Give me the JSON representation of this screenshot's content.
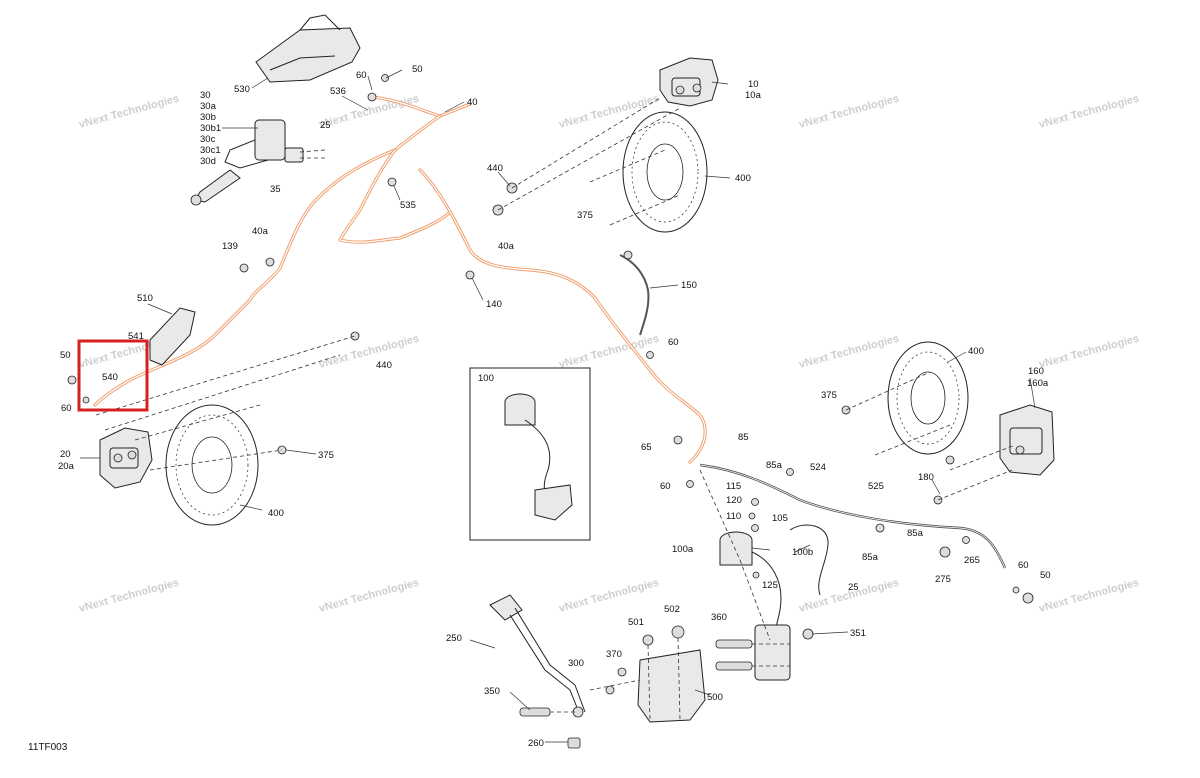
{
  "diagram_code": "11TF003",
  "watermark": "vNext Technologies",
  "highlight_color": "#d62020",
  "hose_color": "#f0a070",
  "callouts": {
    "c530": "530",
    "c30": "30",
    "c30a": "30a",
    "c30b": "30b",
    "c30b1": "30b1",
    "c30c": "30c",
    "c30c1": "30c1",
    "c30d": "30d",
    "c25": "25",
    "c35": "35",
    "c60a": "60",
    "c50a": "50",
    "c536": "536",
    "c40": "40",
    "c535": "535",
    "c139": "139",
    "c40a1": "40a",
    "c40a2": "40a",
    "c140": "140",
    "c510": "510",
    "c541": "541",
    "c540": "540",
    "c50b": "50",
    "c60b": "60",
    "c20": "20",
    "c20a": "20a",
    "c440a": "440",
    "c375a": "375",
    "c400a": "400",
    "c10": "10",
    "c10a": "10a",
    "c440b": "440",
    "c400b": "400",
    "c375b": "375",
    "c150": "150",
    "c60c": "60",
    "c100": "100",
    "c65": "65",
    "c85": "85",
    "c85a1": "85a",
    "c524": "524",
    "c60d": "60",
    "c115": "115",
    "c120": "120",
    "c110": "110",
    "c105": "105",
    "c100a": "100a",
    "c100b": "100b",
    "c125": "125",
    "c25b": "25",
    "c400c": "400",
    "c375c": "375",
    "c160": "160",
    "c160a": "160a",
    "c180": "180",
    "c525": "525",
    "c85a2": "85a",
    "c85a3": "85a",
    "c275": "275",
    "c265": "265",
    "c60e": "60",
    "c50c": "50",
    "c250": "250",
    "c501": "501",
    "c502": "502",
    "c360": "360",
    "c351": "351",
    "c370": "370",
    "c300": "300",
    "c350": "350",
    "c500": "500",
    "c260": "260"
  }
}
